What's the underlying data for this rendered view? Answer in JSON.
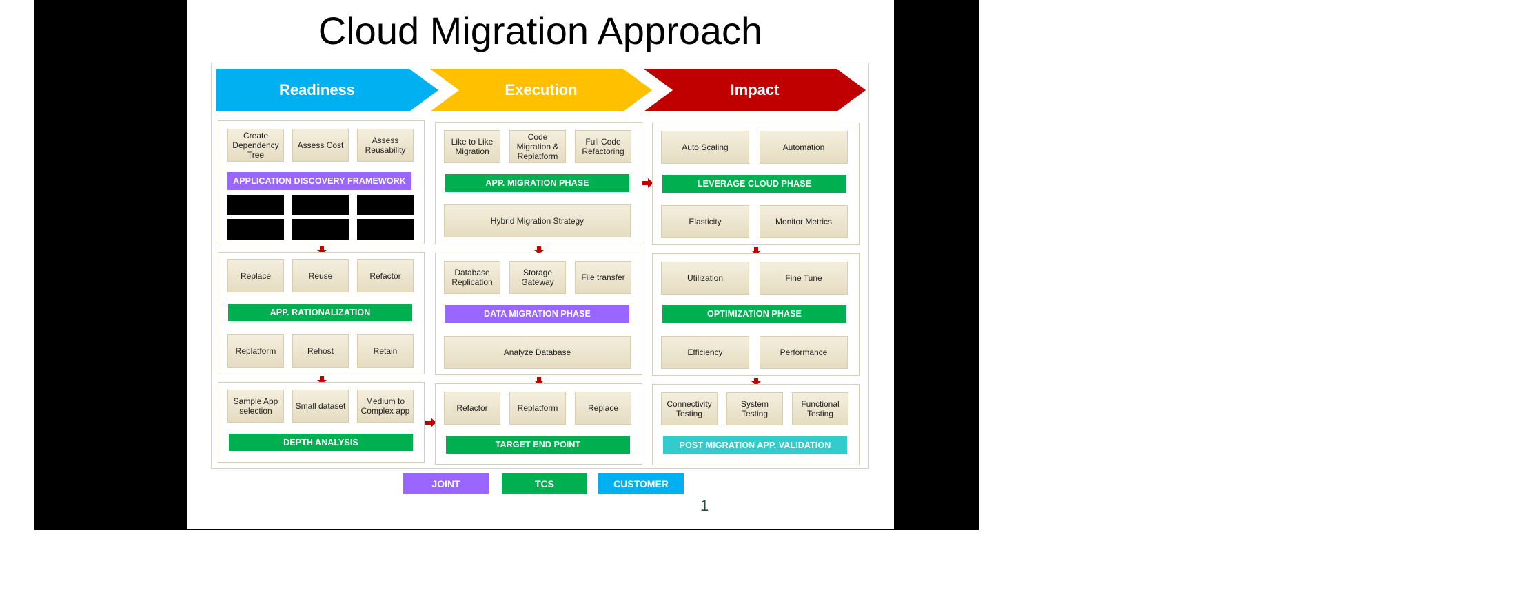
{
  "title": "Cloud Migration Approach",
  "colors": {
    "readiness": "#00b0f0",
    "execution": "#ffc000",
    "impact": "#c00000",
    "joint": "#9966ff",
    "tcs": "#00b050",
    "customer": "#00b0f0",
    "validation": "#33cccc",
    "arrow": "#c00000"
  },
  "phases": {
    "readiness": "Readiness",
    "execution": "Execution",
    "impact": "Impact"
  },
  "readiness": {
    "discovery": {
      "cards": [
        "Create Dependency Tree",
        "Assess Cost",
        "Assess Reusability"
      ],
      "band": "APPLICATION DISCOVERY FRAMEWORK"
    },
    "rationalization": {
      "top_cards": [
        "Replace",
        "Reuse",
        "Refactor"
      ],
      "band": "APP. RATIONALIZATION",
      "bottom_cards": [
        "Replatform",
        "Rehost",
        "Retain"
      ]
    },
    "depth": {
      "cards": [
        "Sample App selection",
        "Small dataset",
        "Medium to Complex app"
      ],
      "band": "DEPTH ANALYSIS"
    }
  },
  "execution": {
    "app_migration": {
      "cards": [
        "Like to Like Migration",
        "Code Migration & Replatform",
        "Full Code Refactoring"
      ],
      "band": "APP. MIGRATION PHASE",
      "wide_card": "Hybrid Migration Strategy"
    },
    "data_migration": {
      "cards": [
        "Database Replication",
        "Storage Gateway",
        "File transfer"
      ],
      "band": "DATA MIGRATION PHASE",
      "wide_card": "Analyze Database"
    },
    "target": {
      "cards": [
        "Refactor",
        "Replatform",
        "Replace"
      ],
      "band": "TARGET END POINT"
    }
  },
  "impact": {
    "leverage": {
      "top_cards": [
        "Auto Scaling",
        "Automation"
      ],
      "band": "LEVERAGE CLOUD PHASE",
      "bottom_cards": [
        "Elasticity",
        "Monitor Metrics"
      ]
    },
    "optimization": {
      "top_cards": [
        "Utilization",
        "Fine Tune"
      ],
      "band": "OPTIMIZATION PHASE",
      "bottom_cards": [
        "Efficiency",
        "Performance"
      ]
    },
    "validation": {
      "cards": [
        "Connectivity Testing",
        "System Testing",
        "Functional Testing"
      ],
      "band": "POST MIGRATION APP. VALIDATION"
    }
  },
  "legend": [
    "JOINT",
    "TCS",
    "CUSTOMER"
  ],
  "page_number": "1"
}
